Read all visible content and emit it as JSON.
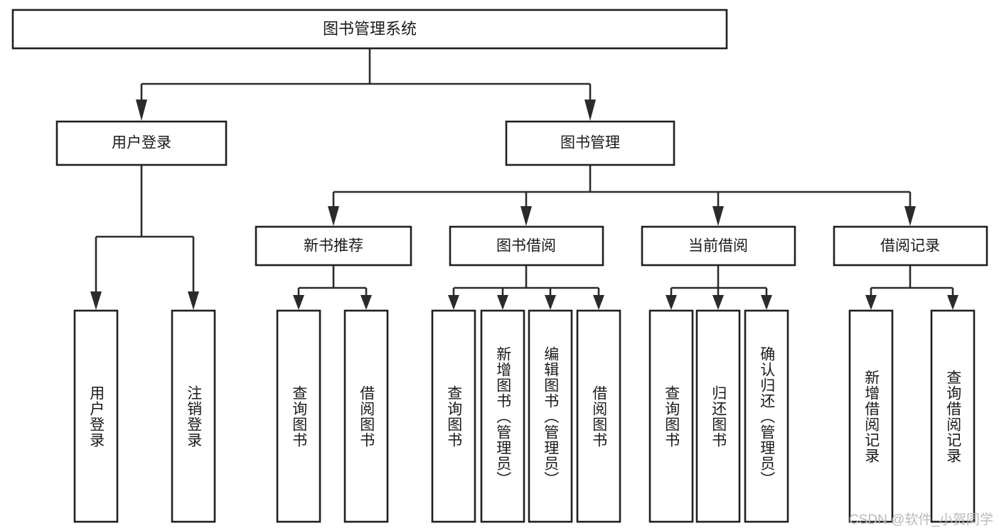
{
  "diagram": {
    "kind": "tree-hierarchy-chart",
    "title": "图书管理系统",
    "stroke_color": "#2b2b2b",
    "fill_color": "#ffffff",
    "text_color": "#1a1a1a",
    "watermark": "CSDN @软件_小贺同学",
    "levels": {
      "root": "图书管理系统",
      "level1": [
        "用户登录",
        "图书管理"
      ],
      "level2": [
        "新书推荐",
        "图书借阅",
        "当前借阅",
        "借阅记录"
      ]
    },
    "nodes": {
      "root": {
        "label": "图书管理系统"
      },
      "user_login": {
        "label": "用户登录"
      },
      "book_manage": {
        "label": "图书管理"
      },
      "new_book_rec": {
        "label": "新书推荐"
      },
      "book_borrow": {
        "label": "图书借阅"
      },
      "current_borrow": {
        "label": "当前借阅"
      },
      "borrow_record": {
        "label": "借阅记录"
      }
    },
    "leaves": {
      "user_login": [
        {
          "label": "用户登录"
        },
        {
          "label": "注销登录"
        }
      ],
      "new_book_rec": [
        {
          "label": "查询图书"
        },
        {
          "label": "借阅图书"
        }
      ],
      "book_borrow": [
        {
          "label": "查询图书"
        },
        {
          "label": "新增图书（管理员）"
        },
        {
          "label": "编辑图书（管理员）"
        },
        {
          "label": "借阅图书"
        }
      ],
      "current_borrow": [
        {
          "label": "查询图书"
        },
        {
          "label": "归还图书"
        },
        {
          "label": "确认归还（管理员）"
        }
      ],
      "borrow_record": [
        {
          "label": "新增借阅记录"
        },
        {
          "label": "查询借阅记录"
        }
      ]
    }
  }
}
